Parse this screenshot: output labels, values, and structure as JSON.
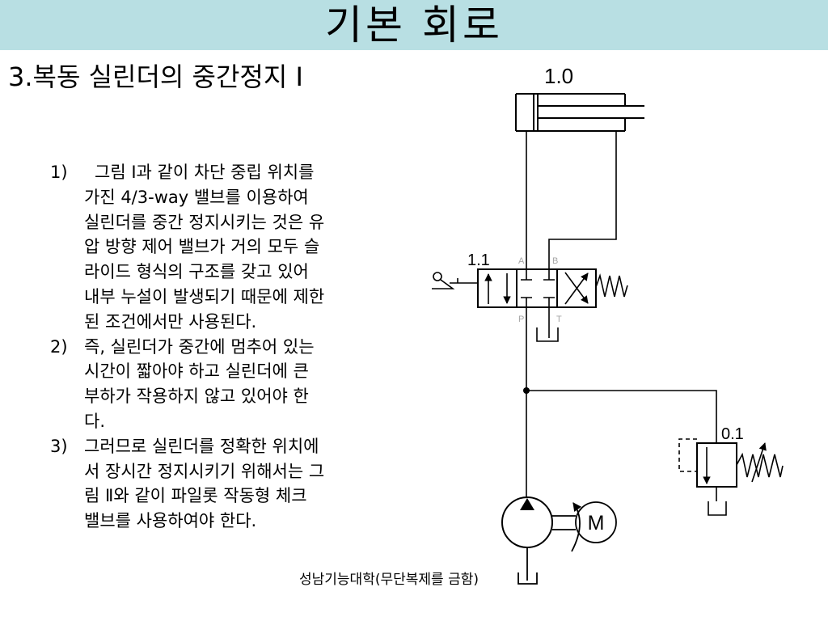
{
  "slide": {
    "title": "기본 회로",
    "subtitle": "3.복동 실린더의 중간정지 Ⅰ",
    "items": [
      {
        "num": "1)",
        "lines": [
          "그림 Ⅰ과 같이 차단 중립 위치를",
          "가진 4/3-way 밸브를 이용하여",
          "실린더를 중간 정지시키는 것은 유",
          "압 방향 제어 밸브가 거의 모두 슬",
          "라이드 형식의 구조를 갖고 있어",
          "내부 누설이 발생되기 때문에 제한",
          "된 조건에서만 사용된다."
        ]
      },
      {
        "num": "2)",
        "lines": [
          "즉, 실린더가 중간에 멈추어 있는",
          "시간이 짧아야 하고 실린더에 큰",
          "부하가 작용하지 않고 있어야 한",
          "다."
        ]
      },
      {
        "num": "3)",
        "lines": [
          "그러므로 실린더를 정확한 위치에",
          "서 장시간 정지시키기 위해서는 그",
          "림 Ⅱ와 같이 파일롯 작동형 체크",
          "밸브를 사용하여야 한다."
        ]
      }
    ],
    "footer": "성남기능대학(무단복제를 금함)"
  },
  "diagram": {
    "cylinder_label": "1.0",
    "valve_label": "1.1",
    "relief_label": "0.1",
    "port_a": "A",
    "port_b": "B",
    "port_p": "P",
    "port_t": "T",
    "motor_label": "M"
  },
  "colors": {
    "header_bg": "#b8dfe3",
    "text": "#000000",
    "port_label": "#a6a6a6"
  }
}
